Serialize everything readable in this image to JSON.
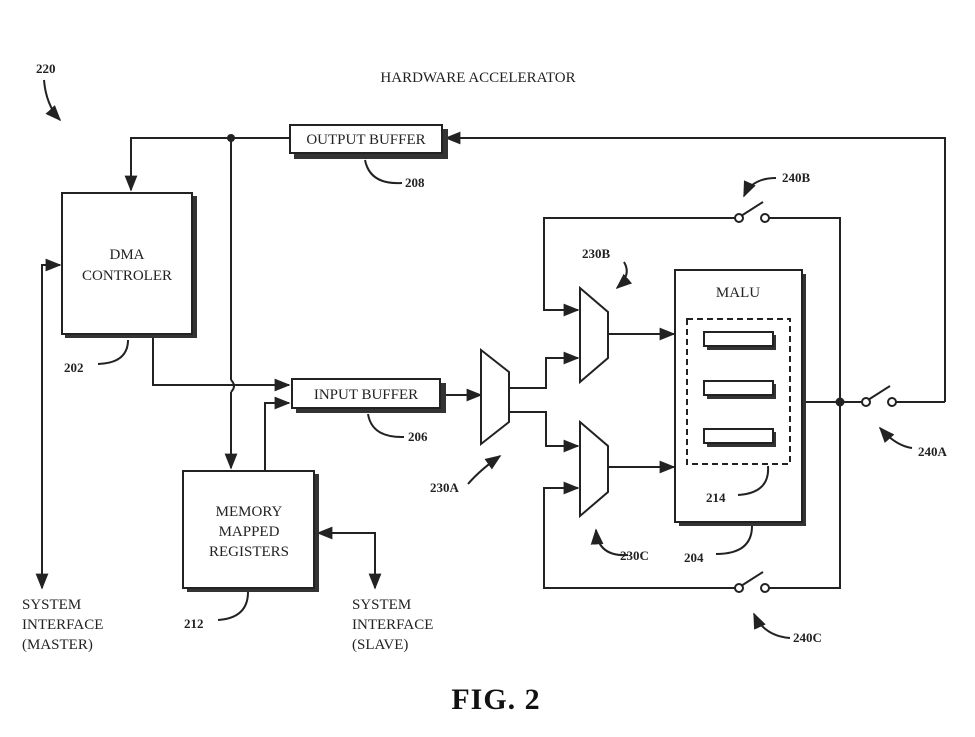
{
  "title": "HARDWARE ACCELERATOR",
  "figure_label": "FIG. 2",
  "labels": {
    "dma_line1": "DMA",
    "dma_line2": "CONTROLER",
    "output_buffer": "OUTPUT BUFFER",
    "input_buffer": "INPUT BUFFER",
    "mmr_line1": "MEMORY",
    "mmr_line2": "MAPPED",
    "mmr_line3": "REGISTERS",
    "malu": "MALU",
    "sys_master_line1": "SYSTEM",
    "sys_master_line2": "INTERFACE",
    "sys_master_line3": "(MASTER)",
    "sys_slave_line1": "SYSTEM",
    "sys_slave_line2": "INTERFACE",
    "sys_slave_line3": "(SLAVE)"
  },
  "refs": {
    "r220": "220",
    "r208": "208",
    "r202": "202",
    "r206": "206",
    "r212": "212",
    "r230a": "230A",
    "r230b": "230B",
    "r230c": "230C",
    "r204": "204",
    "r214": "214",
    "r240a": "240A",
    "r240b": "240B",
    "r240c": "240C"
  }
}
